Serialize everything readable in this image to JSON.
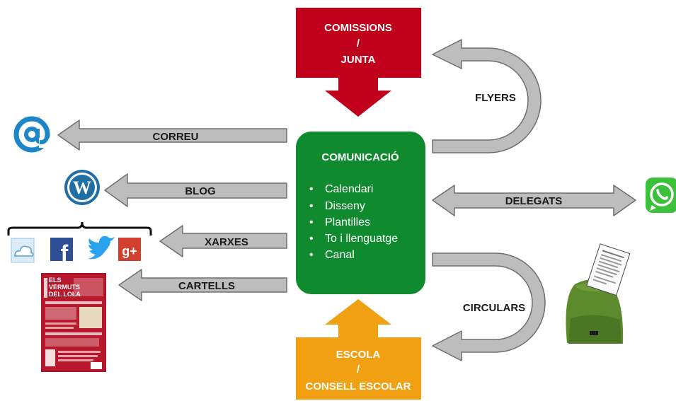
{
  "top_box": {
    "line1": "COMISSIONS",
    "line2": "/",
    "line3": "JUNTA",
    "color": "#c0001a"
  },
  "bottom_box": {
    "line1": "ESCOLA",
    "line2": "/",
    "line3": "CONSELL ESCOLAR",
    "color": "#f0a010"
  },
  "center": {
    "title": "COMUNICACIÓ",
    "items": [
      "Calendari",
      "Disseny",
      "Plantilles",
      "To i llenguatge",
      "Canal"
    ],
    "color": "#0f8a2e"
  },
  "arrows": {
    "correu": "CORREU",
    "blog": "BLOG",
    "xarxes": "XARXES",
    "cartells": "CARTELLS",
    "flyers": "FLYERS",
    "delegats": "DELEGATS",
    "circulars": "CIRCULARS"
  },
  "icons": {
    "email": "at-sign-icon",
    "blog": "wordpress-icon",
    "delegats": "whatsapp-icon",
    "circulars": "backpack-icon",
    "xarxes": [
      "icloud-icon",
      "facebook-icon",
      "twitter-icon",
      "google-plus-icon"
    ]
  },
  "poster": {
    "title_line1": "ELS",
    "title_line2": "VERMUTS",
    "title_line3": "DEL LOLA"
  },
  "colors": {
    "arrow_fill": "#bdbdbd",
    "arrow_stroke": "#6e6e6e",
    "email_blue": "#1d86c8",
    "whatsapp_green": "#3cc13b"
  }
}
